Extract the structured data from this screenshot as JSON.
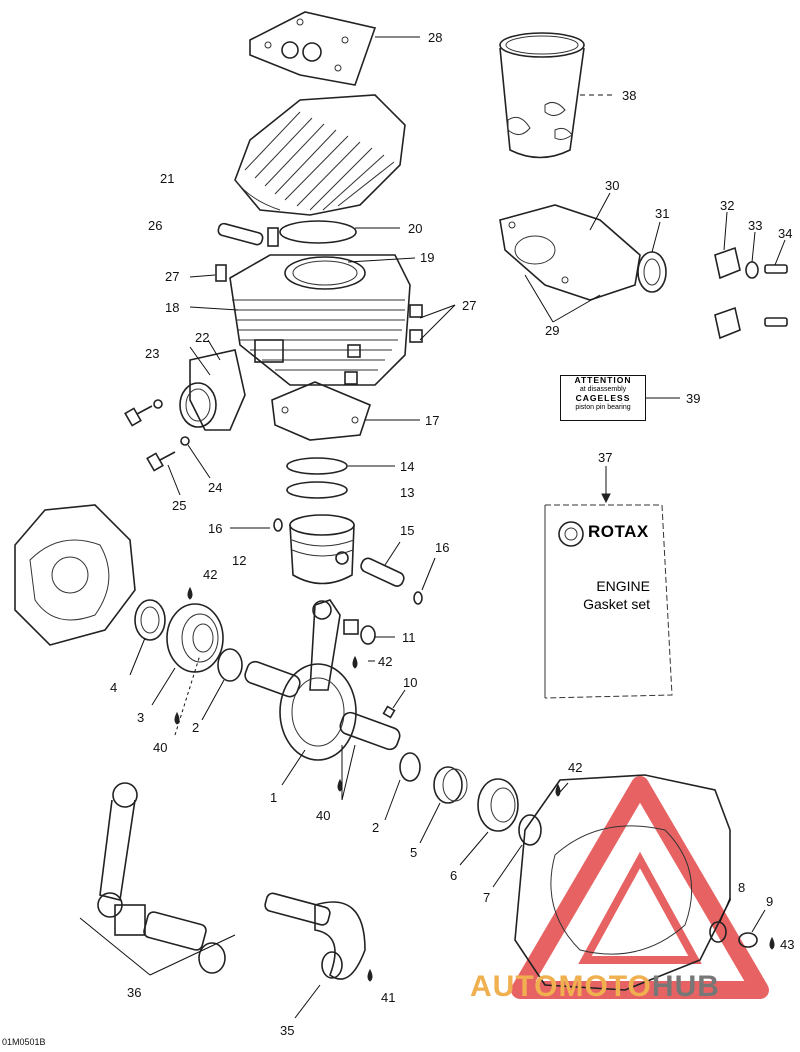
{
  "labels": {
    "l1": "1",
    "l2a": "2",
    "l2b": "2",
    "l3": "3",
    "l4": "4",
    "l5": "5",
    "l6": "6",
    "l7": "7",
    "l8": "8",
    "l9": "9",
    "l10": "10",
    "l11": "11",
    "l12": "12",
    "l13": "13",
    "l14": "14",
    "l15": "15",
    "l16a": "16",
    "l16b": "16",
    "l17": "17",
    "l18": "18",
    "l19": "19",
    "l20": "20",
    "l21": "21",
    "l22": "22",
    "l23": "23",
    "l24": "24",
    "l25": "25",
    "l26": "26",
    "l27a": "27",
    "l27b": "27",
    "l28": "28",
    "l29": "29",
    "l30": "30",
    "l31": "31",
    "l32": "32",
    "l33": "33",
    "l34": "34",
    "l35": "35",
    "l36": "36",
    "l37": "37",
    "l38": "38",
    "l39": "39",
    "l40a": "40",
    "l40b": "40",
    "l41": "41",
    "l42a": "42",
    "l42b": "42",
    "l42c": "42",
    "l43": "43"
  },
  "attention_label": {
    "line1": "ATTENTION",
    "line2": "at disassembly",
    "line3": "CAGELESS",
    "line4": "piston pin bearing"
  },
  "manual": {
    "brand": "ROTAX",
    "title_line1": "ENGINE",
    "title_line2": "Gasket set"
  },
  "figure_code": "01M0501B",
  "watermark": {
    "part1": "AUTOMOTO",
    "part2": "HUB"
  },
  "colors": {
    "line": "#222222",
    "watermark_triangle": "#e03030",
    "watermark_text": "#f0b050",
    "watermark_text2": "#777777"
  }
}
